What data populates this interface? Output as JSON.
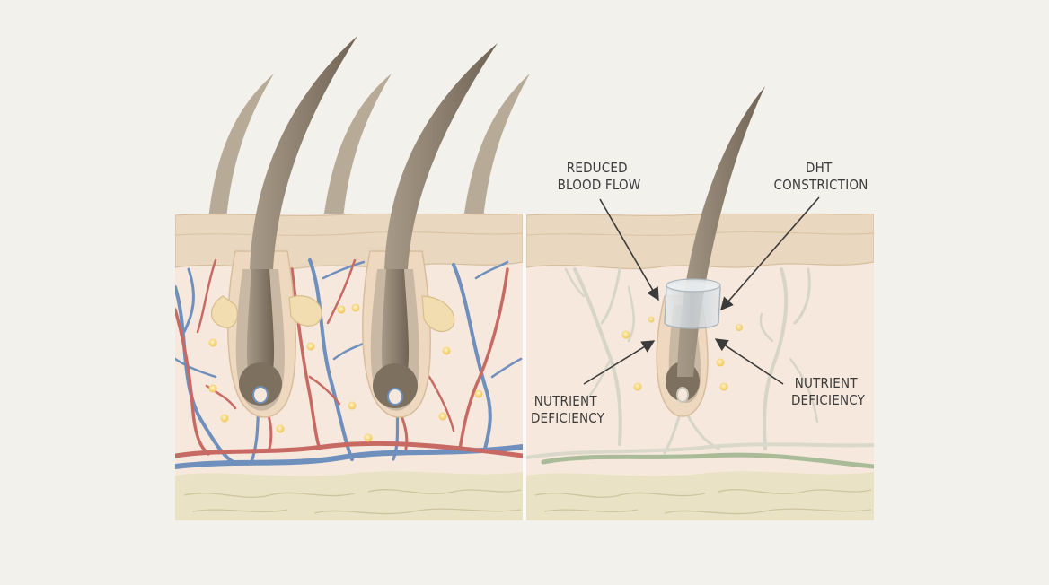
{
  "labels": {
    "reduced_blood_flow": [
      "REDUCED",
      "BLOOD FLOW"
    ],
    "dht_constriction": [
      "DHT",
      "CONSTRICTION"
    ],
    "nutrient_left": [
      "NUTRIENT",
      "DEFICIENCY"
    ],
    "nutrient_right": [
      "NUTRIENT",
      "DEFICIENCY"
    ]
  },
  "colors": {
    "background": "#f3f1ec",
    "epidermis": "#e9d6bd",
    "dermis": "#f6e8dc",
    "subcutis": "#e9e2c4",
    "hair": "#8f8271",
    "artery": "#c86a64",
    "vein": "#6f8fbd",
    "faded_vessel": "#d3d2c4",
    "faded_vessel_bottom": "#a6b894",
    "nutrient": "#f0c85a",
    "sebaceous_gland": "#f0dcae",
    "dht_ring": "#d4dadf"
  }
}
